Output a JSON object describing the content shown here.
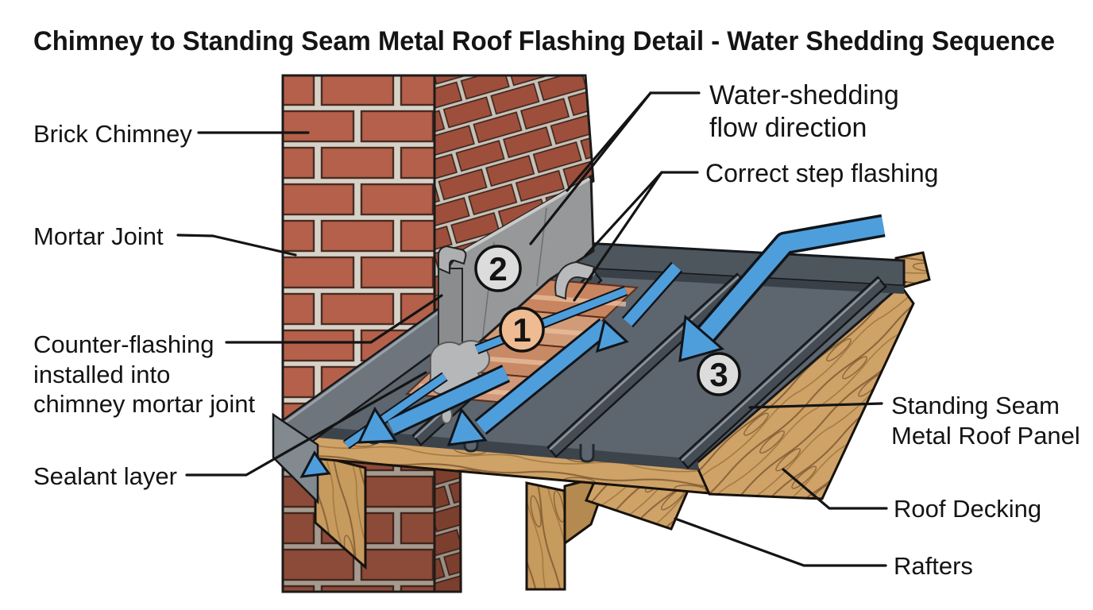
{
  "title": "Chimney to Standing Seam Metal Roof Flashing Detail - Water Shedding Sequence",
  "labels": {
    "brick_chimney": "Brick Chimney",
    "mortar_joint": "Mortar Joint",
    "counter_flashing_line1": "Counter-flashing",
    "counter_flashing_line2": "installed into",
    "counter_flashing_line3": "chimney mortar joint",
    "sealant_layer": "Sealant layer",
    "water_shedding_line1": "Water-shedding",
    "water_shedding_line2": "flow direction",
    "correct_step_flashing": "Correct step flashing",
    "standing_seam_line1": "Standing Seam",
    "standing_seam_line2": "Metal Roof Panel",
    "roof_decking": "Roof Decking",
    "rafters": "Rafters"
  },
  "sequence_markers": [
    {
      "number": "1",
      "fill": "#eebb92"
    },
    {
      "number": "2",
      "fill": "#dcdcdc"
    },
    {
      "number": "3",
      "fill": "#dcdcdc"
    }
  ],
  "colors": {
    "brick_front": "#b4604a",
    "brick_side": "#9d4f3b",
    "mortar": "#d6d2c8",
    "counter_flashing_gray": "#97989a",
    "copper_flashing": "#c9855f",
    "metal_roof": "#5d656e",
    "headwall_flashing": "#4d555d",
    "wood": "#cfa268",
    "water_arrow_blue": "#4f9edc",
    "outline_black": "#141414"
  }
}
